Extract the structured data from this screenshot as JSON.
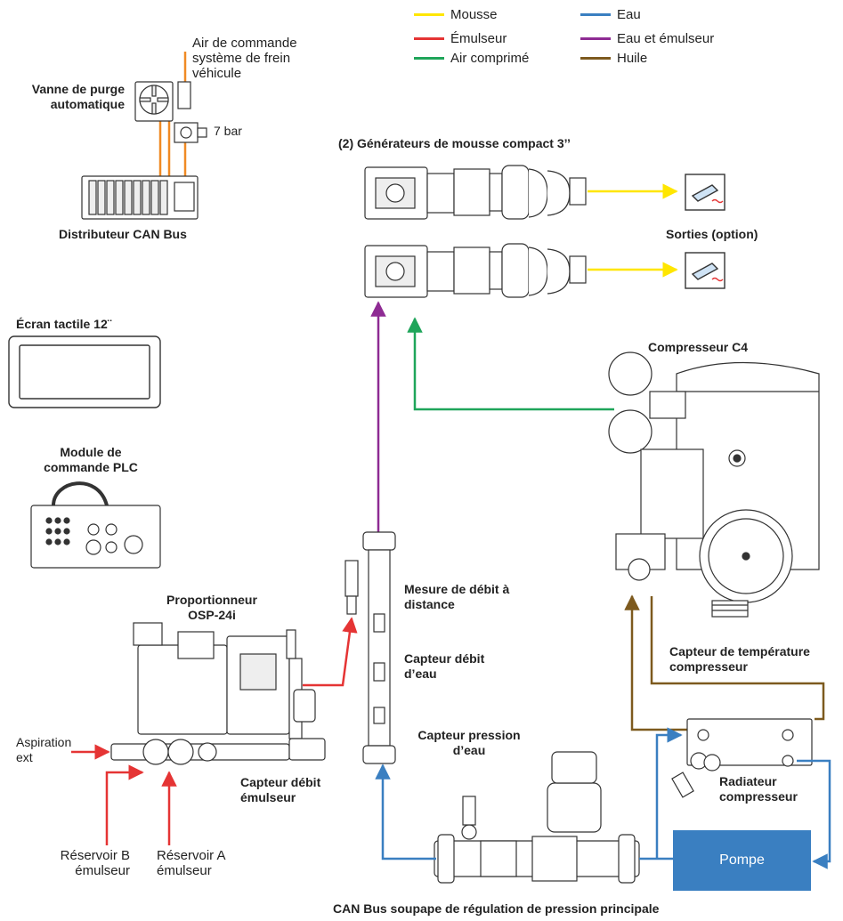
{
  "legend": [
    {
      "label": "Mousse",
      "color": "#ffe600"
    },
    {
      "label": "Émulseur",
      "color": "#e53434"
    },
    {
      "label": "Air comprimé",
      "color": "#1fa55a"
    },
    {
      "label": "Eau",
      "color": "#3a7fc1"
    },
    {
      "label": "Eau et émulseur",
      "color": "#8e2b93"
    },
    {
      "label": "Huile",
      "color": "#7d5a1e"
    }
  ],
  "labels": {
    "air_commande": "Air de commande système de frein véhicule",
    "vanne_purge": "Vanne de purge automatique",
    "pressure_7bar": "7 bar",
    "distributeur": "Distributeur CAN Bus",
    "generateurs": "(2) Générateurs de mousse compact 3’’",
    "sorties": "Sorties (option)",
    "ecran": "Écran tactile 12¨",
    "module_plc": "Module de commande PLC",
    "compresseur": "Compresseur C4",
    "proportionneur": "Proportionneur OSP-24i",
    "mesure_debit": "Mesure de débit à distance",
    "capteur_debit_eau": "Capteur débit d’eau",
    "capteur_temp": "Capteur de température compresseur",
    "aspiration": "Aspiration ext",
    "capteur_emulseur": "Capteur débit émulseur",
    "radiateur": "Radiateur compresseur",
    "capteur_pression": "Capteur pression d’eau",
    "reservoir_b": "Réservoir B émulseur",
    "reservoir_a": "Réservoir A émulseur",
    "pompe": "Pompe",
    "can_soupape": "CAN Bus soupape de régulation de pression principale"
  }
}
